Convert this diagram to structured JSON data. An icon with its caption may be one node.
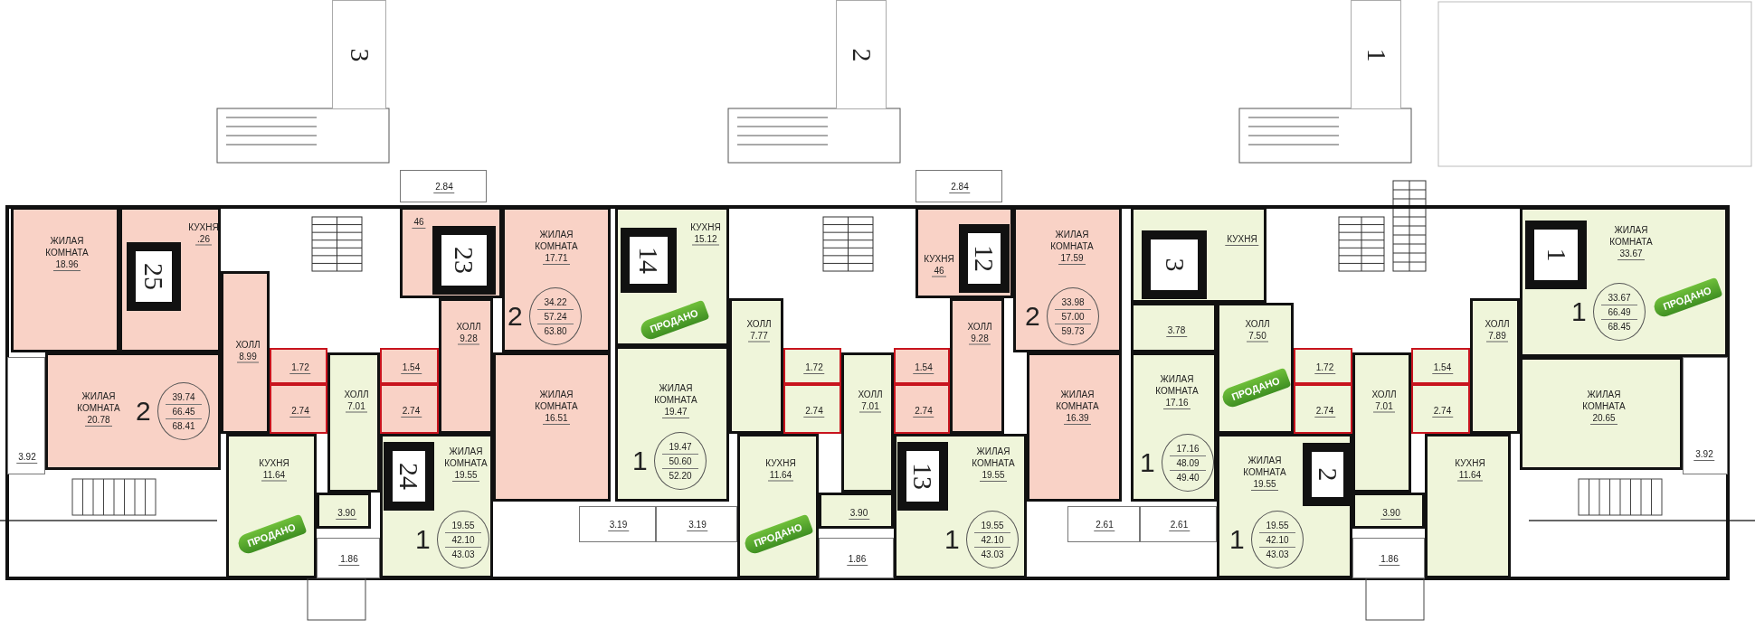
{
  "diagram": {
    "nodes": [
      {
        "text": [
          "3"
        ]
      },
      {
        "text": [
          "2"
        ]
      },
      {
        "text": [
          "1"
        ]
      },
      {
        "text": [
          "2.84"
        ]
      },
      {
        "text": [
          "2.84"
        ]
      },
      {
        "text": [
          "ЖИЛАЯ КОМНАТА",
          "18.96"
        ]
      },
      {
        "text": [
          "КУХНЯ",
          ".26"
        ]
      },
      {
        "text": [
          "25"
        ],
        "in": 6
      },
      {
        "text": [
          "ХОЛЛ",
          "8.99"
        ]
      },
      {
        "text": [
          "1.72"
        ]
      },
      {
        "text": [
          "2.74"
        ]
      },
      {
        "text": [
          "ЖИЛАЯ КОМНАТА",
          "20.78"
        ]
      },
      {
        "text": [
          "39.74",
          "66.45",
          "68.41"
        ],
        "beside": [
          "2"
        ],
        "in": 11
      },
      {
        "text": [
          "46"
        ]
      },
      {
        "text": [
          "23"
        ],
        "in": 13
      },
      {
        "text": [
          "ЖИЛАЯ КОМНАТА",
          "17.71"
        ]
      },
      {
        "text": [
          "34.22",
          "57.24",
          "63.80"
        ],
        "beside": [
          "2"
        ],
        "in": 15
      },
      {
        "text": [
          "ХОЛЛ",
          "9.28"
        ]
      },
      {
        "text": [
          "1.54"
        ]
      },
      {
        "text": [
          "2.74"
        ]
      },
      {
        "text": [
          "ЖИЛАЯ КОМНАТА",
          "16.51"
        ]
      },
      {
        "text": [
          "ХОЛЛ",
          "7.01"
        ]
      },
      {
        "text": [
          "КУХНЯ",
          "11.64"
        ]
      },
      {
        "text": [
          "24"
        ],
        "in": 24
      },
      {
        "text": [
          "ЖИЛАЯ КОМНАТА",
          "19.55"
        ]
      },
      {
        "text": [
          "19.55",
          "42.10",
          "43.03"
        ],
        "beside": [
          "1"
        ],
        "in": 24
      },
      {
        "text": [
          "3.90"
        ]
      },
      {
        "text": [
          "1.86"
        ]
      },
      {
        "text": [
          "3.92"
        ]
      },
      {
        "text": [
          "ПРОДАНО"
        ],
        "in": 22
      },
      {
        "text": [
          "КУХНЯ",
          "15.12"
        ]
      },
      {
        "text": [
          "14"
        ],
        "in": 30
      },
      {
        "text": [
          "ХОЛЛ",
          "7.77"
        ]
      },
      {
        "text": [
          "1.72"
        ]
      },
      {
        "text": [
          "2.74"
        ]
      },
      {
        "text": [
          "ЖИЛАЯ КОМНАТА",
          "19.47"
        ]
      },
      {
        "text": [
          "19.47",
          "50.60",
          "52.20"
        ],
        "beside": [
          "1"
        ],
        "in": 35
      },
      {
        "text": [
          "ПРОДАНО"
        ],
        "in": 30
      },
      {
        "text": [
          "3.19"
        ]
      },
      {
        "text": [
          "3.19"
        ]
      },
      {
        "text": [
          "ХОЛЛ",
          "7.01"
        ]
      },
      {
        "text": [
          "КУХНЯ",
          "11.64"
        ]
      },
      {
        "text": [
          "ЖИЛАЯ КОМНАТА",
          "19.55"
        ]
      },
      {
        "text": [
          "13"
        ],
        "in": 42
      },
      {
        "text": [
          "19.55",
          "42.10",
          "43.03"
        ],
        "beside": [
          "1"
        ],
        "in": 42
      },
      {
        "text": [
          "3.90"
        ]
      },
      {
        "text": [
          "1.86"
        ]
      },
      {
        "text": [
          "ПРОДАНО"
        ],
        "in": 41
      },
      {
        "text": [
          "КУХНЯ",
          "46"
        ]
      },
      {
        "text": [
          "12"
        ],
        "in": 48
      },
      {
        "text": [
          "ЖИЛАЯ КОМНАТА",
          "17.59"
        ]
      },
      {
        "text": [
          "33.98",
          "57.00",
          "59.73"
        ],
        "beside": [
          "2"
        ],
        "in": 50
      },
      {
        "text": [
          "ХОЛЛ",
          "9.28"
        ]
      },
      {
        "text": [
          "1.54"
        ]
      },
      {
        "text": [
          "2.74"
        ]
      },
      {
        "text": [
          "ЖИЛАЯ КОМНАТА",
          "16.39"
        ]
      },
      {
        "text": [
          "2.61"
        ]
      },
      {
        "text": [
          "КУХНЯ"
        ]
      },
      {
        "text": [
          "3"
        ],
        "in": 57
      },
      {
        "text": [
          "3.78"
        ]
      },
      {
        "text": [
          "ХОЛЛ",
          "7.50"
        ]
      },
      {
        "text": [
          "1.72"
        ]
      },
      {
        "text": [
          "2.74"
        ]
      },
      {
        "text": [
          "ЖИЛАЯ КОМНАТА",
          "17.16"
        ]
      },
      {
        "text": [
          "17.16",
          "48.09",
          "49.40"
        ],
        "beside": [
          "1"
        ],
        "in": 63
      },
      {
        "text": [
          "2.61"
        ]
      },
      {
        "text": [
          "ЖИЛАЯ КОМНАТА",
          "19.55"
        ]
      },
      {
        "text": [
          "2"
        ],
        "in": 66
      },
      {
        "text": [
          "19.55",
          "42.10",
          "43.03"
        ],
        "beside": [
          "1"
        ],
        "in": 66
      },
      {
        "text": [
          "ХОЛЛ",
          "7.01"
        ]
      },
      {
        "text": [
          "3.90"
        ]
      },
      {
        "text": [
          "1.86"
        ]
      },
      {
        "text": [
          "КУХНЯ",
          "11.64"
        ]
      },
      {
        "text": [
          "ПРОДАНО"
        ],
        "in": 60
      },
      {
        "text": [
          "1.54"
        ]
      },
      {
        "text": [
          "2.74"
        ]
      },
      {
        "text": [
          "ХОЛЛ",
          "7.89"
        ]
      },
      {
        "text": [
          "ЖИЛАЯ КОМНАТА",
          "33.67"
        ]
      },
      {
        "text": [
          "1"
        ],
        "in": 77
      },
      {
        "text": [
          "33.67",
          "66.49",
          "68.45"
        ],
        "beside": [
          "1"
        ],
        "in": 77
      },
      {
        "text": [
          "ЖИЛАЯ КОМНАТА",
          "20.65"
        ]
      },
      {
        "text": [
          "3.92"
        ]
      },
      {
        "text": [
          "ПРОДАНО"
        ],
        "in": 77
      }
    ]
  }
}
